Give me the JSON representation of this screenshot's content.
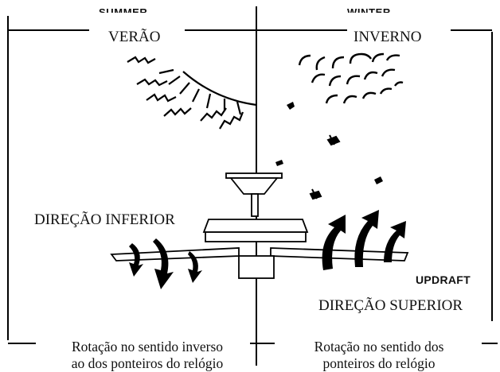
{
  "panels": {
    "left": {
      "header_cut": "SUMMER",
      "title": "VERÃO",
      "direction_label": "DIREÇÃO INFERIOR",
      "rotation_line1": "Rotação no sentido inverso",
      "rotation_line2": "ao dos ponteiros do relógio"
    },
    "right": {
      "header_cut": "WINTER",
      "title": "INVERNO",
      "updraft": "UPDRAFT",
      "direction_label": "DIREÇÃO SUPERIOR",
      "rotation_line1": "Rotação no sentido dos",
      "rotation_line2": "ponteiros do relógio"
    }
  },
  "icons": [
    "sun-icon",
    "cloud-icon",
    "snowflake-icon",
    "ceiling-fan-icon",
    "down-arrow-icon",
    "up-arrow-icon"
  ]
}
